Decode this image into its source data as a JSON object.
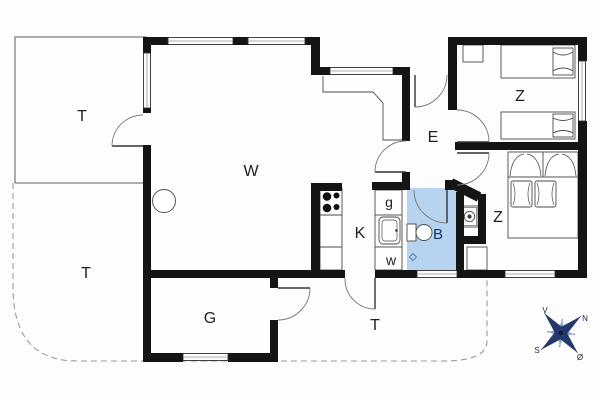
{
  "rooms": {
    "terrace_nw": "T",
    "terrace_sw": "T",
    "terrace_s": "T",
    "living": "W",
    "entry": "E",
    "bedroom_north": "Z",
    "bedroom_east": "Z",
    "kitchen": "K",
    "bathroom": "B",
    "garage": "G",
    "closet_g": "g",
    "closet_w": "w"
  },
  "compass": {
    "west": "V",
    "north": "N",
    "south": "S",
    "east": "Ø"
  },
  "colors": {
    "bathroom_fill": "#b7d3f0",
    "wall": "#141414",
    "compass_primary": "#24386b",
    "compass_secondary": "#8fa3c8"
  }
}
